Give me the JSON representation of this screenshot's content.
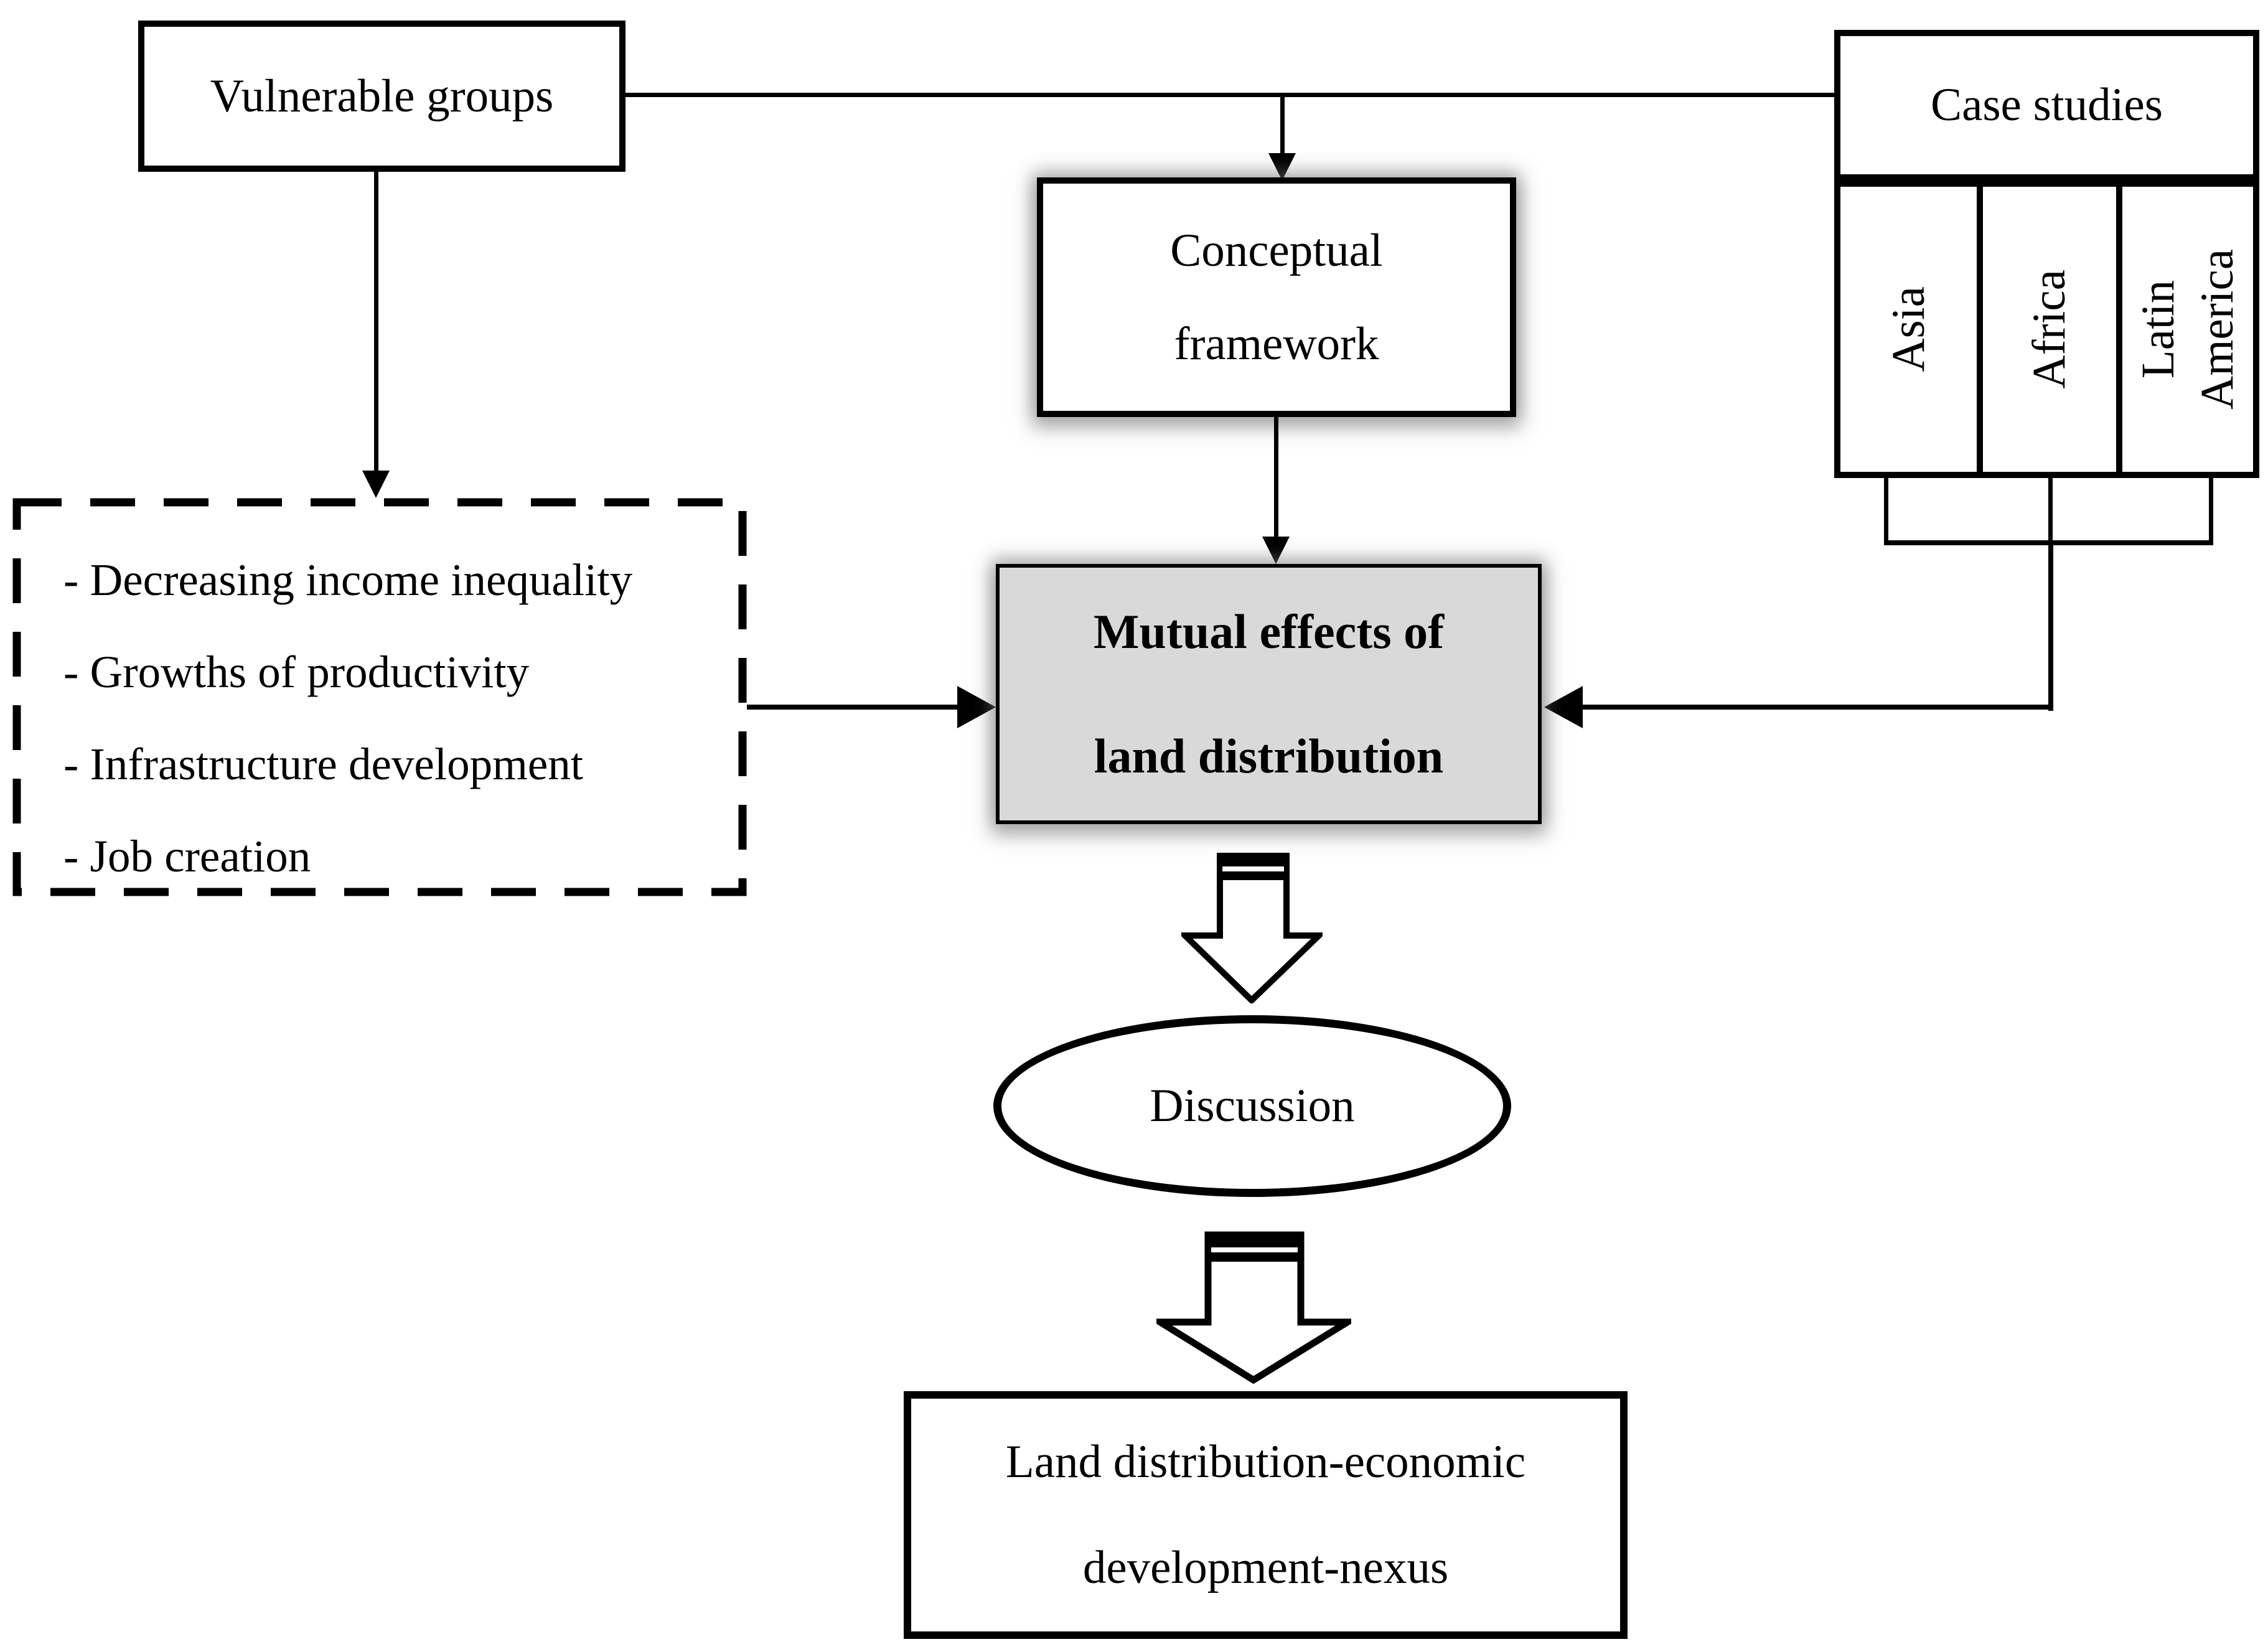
{
  "diagram": {
    "title_box": "Vulnerable groups",
    "conceptual": {
      "line1": "Conceptual",
      "line2": "framework"
    },
    "case_studies": {
      "title": "Case studies",
      "regions": [
        "Asia",
        "Africa",
        "Latin America"
      ]
    },
    "vulnerable_outcomes": [
      "- Decreasing income inequality",
      "- Growths of productivity",
      "- Infrastructure development",
      "- Job creation"
    ],
    "mutual_effects": {
      "line1": "Mutual effects of",
      "line2": "land distribution"
    },
    "discussion": "Discussion",
    "nexus": {
      "line1": "Land distribution-economic",
      "line2": "development-nexus"
    },
    "colors": {
      "background": "#ffffff",
      "line": "#000000",
      "mutual_effects_fill": "#d9d9d9"
    }
  }
}
